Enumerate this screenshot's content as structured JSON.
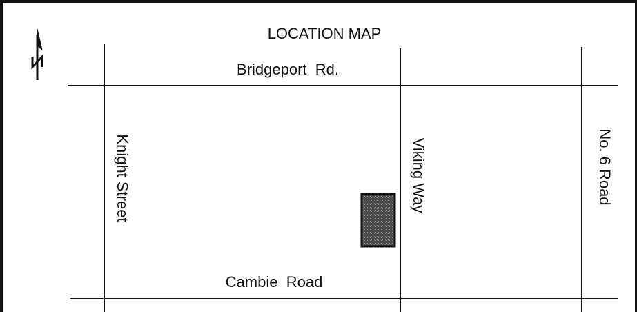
{
  "map": {
    "title": "LOCATION MAP",
    "north_label": "N",
    "streets": {
      "bridgeport": "Bridgeport  Rd.",
      "cambie": "Cambie  Road",
      "knight": "Knight Street",
      "viking": "Viking Way",
      "no6": "No. 6 Road"
    },
    "colors": {
      "line": "#111111",
      "site_fill": "#555555",
      "site_border": "#111111",
      "background": "#ffffff"
    },
    "icons": {
      "north_arrow": "north-arrow-icon",
      "site_marker": "site-marker-icon"
    }
  }
}
